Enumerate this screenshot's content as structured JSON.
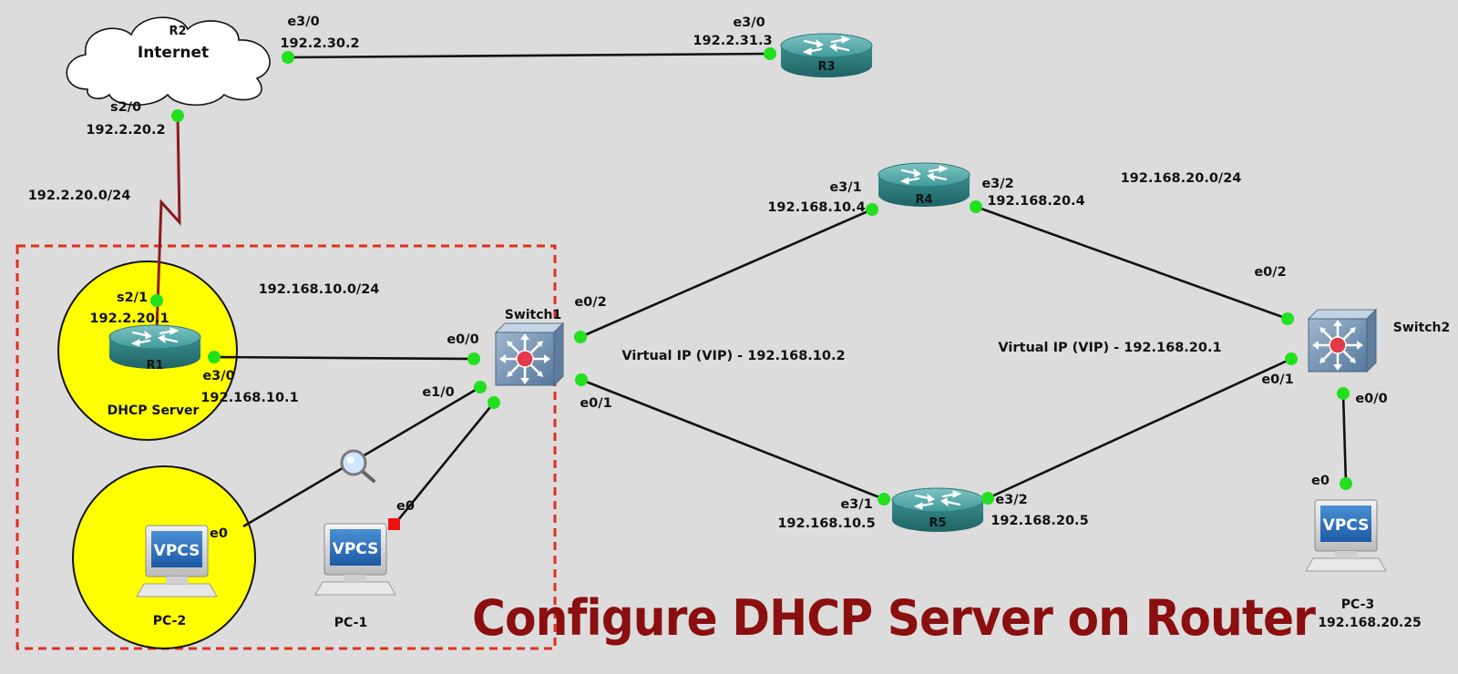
{
  "title": "Configure DHCP Server  on Router",
  "devices": {
    "r2": {
      "name": "R2",
      "label": "Internet"
    },
    "r3": {
      "name": "R3"
    },
    "r4": {
      "name": "R4"
    },
    "r5": {
      "name": "R5"
    },
    "r1": {
      "name": "R1",
      "role": "DHCP Server"
    },
    "switch1": {
      "name": "Switch1"
    },
    "switch2": {
      "name": "Switch2"
    },
    "pc1": {
      "name": "PC-1",
      "screen": "VPCS"
    },
    "pc2": {
      "name": "PC-2",
      "screen": "VPCS"
    },
    "pc3": {
      "name": "PC-3",
      "ip": "192.168.20.25",
      "screen": "VPCS"
    }
  },
  "labels": {
    "r2_e30": "e3/0",
    "r2_e30_ip": "192.2.30.2",
    "r3_e30": "e3/0",
    "r3_e30_ip": "192.2.31.3",
    "r2_s20": "s2/0",
    "r2_s20_ip": "192.2.20.2",
    "serial_net": "192.2.20.0/24",
    "r1_s21": "s2/1",
    "r1_s21_ip": "192.2.20.1",
    "lan1_net": "192.168.10.0/24",
    "r1_e30": "e3/0",
    "r1_e30_ip": "192.168.10.1",
    "sw1_e00": "e0/0",
    "sw1_e10": "e1/0",
    "sw1_e02": "e0/2",
    "sw1_e01": "e0/1",
    "pc2_e0": "e0",
    "pc1_e0": "e0",
    "r4_e31": "e3/1",
    "r4_e31_ip": "192.168.10.4",
    "r4_e32": "e3/2",
    "r4_e32_ip": "192.168.20.4",
    "lan2_net": "192.168.20.0/24",
    "sw2_e02": "e0/2",
    "sw2_e01": "e0/1",
    "sw2_e00": "e0/0",
    "pc3_e0": "e0",
    "vip1": "Virtual IP (VIP) - 192.168.10.2",
    "vip2": "Virtual IP (VIP) - 192.168.20.1",
    "r5_e31": "e3/1",
    "r5_e31_ip": "192.168.10.5",
    "r5_e32": "e3/2",
    "r5_e32_ip": "192.168.20.5"
  },
  "colors": {
    "background": "#dcdcdc",
    "highlight": "#ffff00",
    "port": "#22e01e",
    "title": "#8b0f0f",
    "dashed_box": "#e0301e",
    "serial_link": "#8b1a1a"
  }
}
